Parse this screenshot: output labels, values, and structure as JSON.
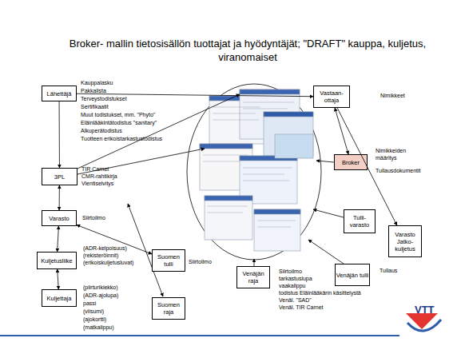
{
  "diagram": {
    "title": "Broker- mallin tietosisällön tuottajat ja hyödyntäjät;  \"DRAFT\" kauppa, kuljetus, viranomaiset",
    "nodes": [
      {
        "text": [
          "Lähettäjä"
        ]
      },
      {
        "text": [
          "Vastaan- ottaja"
        ]
      },
      {
        "text": [
          "Broker"
        ]
      },
      {
        "text": [
          "3PL"
        ]
      },
      {
        "text": [
          "Tulli- varasto"
        ]
      },
      {
        "text": [
          "Varasto"
        ]
      },
      {
        "text": [
          "Varasto Jatko- kuljetus"
        ]
      },
      {
        "text": [
          "Kuljetusliike"
        ]
      },
      {
        "text": [
          "Suomen tulli"
        ]
      },
      {
        "text": [
          "Venäjän raja"
        ]
      },
      {
        "text": [
          "Venäjän tulli"
        ]
      },
      {
        "text": [
          "Kuljettaja"
        ]
      },
      {
        "text": [
          "Suomen raja"
        ]
      }
    ],
    "edges": [
      {
        "from": 0,
        "to": 1,
        "arrow": "to"
      },
      {
        "from": 0,
        "to": 3,
        "arrow": "to"
      },
      {
        "from": 3,
        "to": 5,
        "arrow": "both"
      },
      {
        "from": 5,
        "to": 7,
        "arrow": "both"
      },
      {
        "from": 7,
        "to": 11,
        "arrow": "both"
      },
      {
        "from": 1,
        "to": 2,
        "arrow": "both"
      },
      {
        "from": 1,
        "to": 6,
        "arrow": "to"
      },
      {
        "from": 5,
        "to": 8,
        "arrow": "both"
      }
    ],
    "labels": [
      "Kauppalasku",
      "Pakkalista",
      "Terveystodistukset",
      "Sertifikaatit",
      "Muut todistukset, mm. \"Phyto\"",
      "Eläinlääkintätodistus \"sanitary\"",
      "Alkuperätodistus",
      "Tuotteen erikoistarkastustodistus",
      "Nimikkeet",
      "Nimikkeiden määritys",
      "Tullausdokumentit",
      "TIR Carnet",
      "CMR-rahtikirja",
      "Vientiselvitys",
      "Siirtoilmo",
      "(ADR-kelpoisuus)",
      "(rekisteröinnit)",
      "(erikoiskuljetusluvat)",
      "Siirtoilmo",
      "Siirtoilmo",
      "tarkastuslupa",
      "vaakalippu",
      "todistus Eläinlääkärin käsittelystä",
      "Venäl. \"SAD\"",
      "Venäl. TIR Carnet",
      "Tullaus",
      "(piirturikiekko)",
      "(ADR-ajolupa)",
      "passi",
      "(viisumi)",
      "(ajokortti)",
      "(matkalippu)",
      "VTT"
    ]
  }
}
